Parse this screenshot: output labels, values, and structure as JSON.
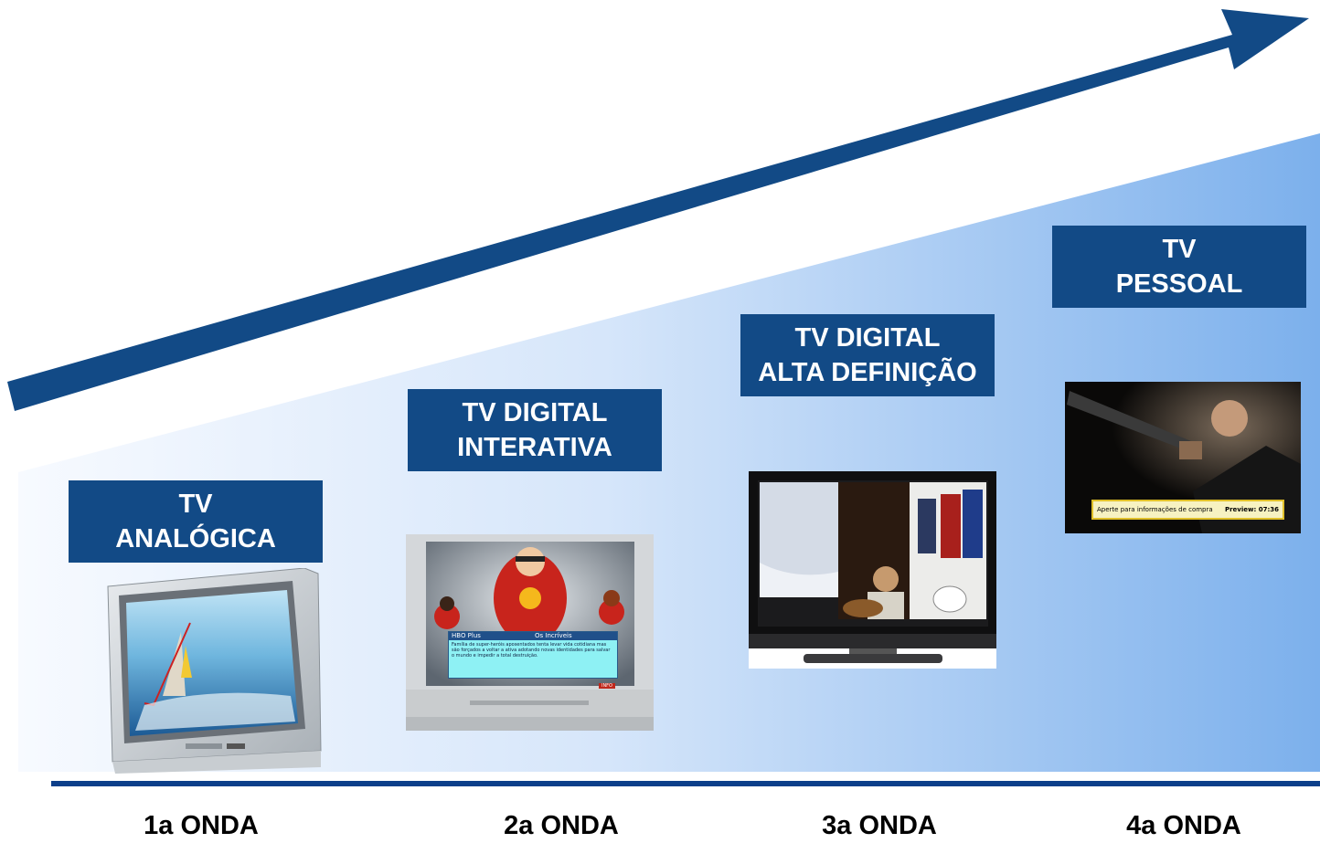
{
  "colors": {
    "arrow": "#124a86",
    "label_bg": "#124a86",
    "baseline": "#0c3f8a",
    "ramp_light": "#f6f9fe",
    "ramp_dark": "#7fb2ec"
  },
  "stages": [
    {
      "box": [
        "TV",
        "ANALÓGICA"
      ],
      "wave": "1a ONDA",
      "image": "analog-tv"
    },
    {
      "box": [
        "TV DIGITAL",
        "INTERATIVA"
      ],
      "wave": "2a ONDA",
      "image": "interactive-tv"
    },
    {
      "box": [
        "TV DIGITAL",
        "ALTA DEFINIÇÃO"
      ],
      "wave": "3a ONDA",
      "image": "hd-flat-tv"
    },
    {
      "box": [
        "TV",
        "PESSOAL"
      ],
      "wave": "4a ONDA",
      "image": "personal-tv"
    }
  ],
  "interactive_overlay": {
    "channel": "HBO Plus",
    "program": "Os Incríveis",
    "description": "Família de super-heróis aposentados tenta levar vida cotidiana mas são forçados a voltar a ativa adotando novas identidades para salvar o mundo e impedir a total destruição.",
    "info": "INFO"
  },
  "personal_overlay": {
    "prompt": "Aperte  para informações de compra",
    "preview": "Preview: 07:36"
  }
}
